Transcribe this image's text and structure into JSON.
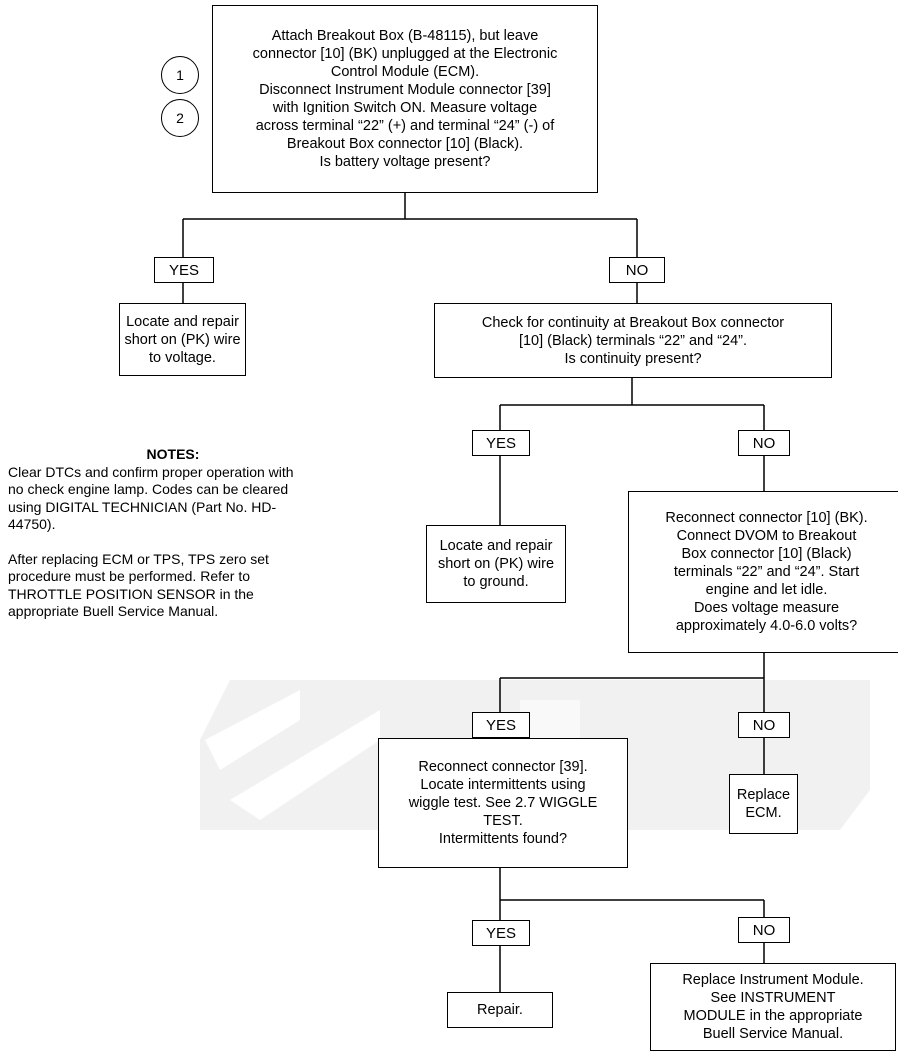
{
  "colors": {
    "line": "#000000",
    "box_border": "#000000",
    "watermark": "#e6e6e6"
  },
  "step_markers": [
    "1",
    "2"
  ],
  "boxes": {
    "start": "Attach Breakout Box (B-48115), but leave\nconnector [10] (BK) unplugged at the Electronic\nControl Module (ECM).\nDisconnect Instrument Module connector [39]\nwith Ignition Switch ON. Measure voltage\nacross terminal “22” (+) and terminal “24” (-) of\nBreakout Box connector [10] (Black).\nIs battery voltage present?",
    "short_voltage": "Locate and repair\nshort on (PK) wire\nto voltage.",
    "continuity": "Check for continuity at Breakout Box connector\n[10] (Black) terminals “22” and “24”.\nIs continuity present?",
    "short_ground": "Locate and repair\nshort on (PK) wire\nto ground.",
    "reconnect_dvom": "Reconnect connector [10] (BK).\nConnect DVOM to Breakout\nBox connector [10] (Black)\nterminals “22” and “24”. Start\nengine and let idle.\nDoes voltage measure\napproximately 4.0-6.0 volts?",
    "wiggle": "Reconnect connector [39].\nLocate intermittents using\nwiggle test. See 2.7 WIGGLE\nTEST.\nIntermittents found?",
    "replace_ecm": "Replace\nECM.",
    "repair": "Repair.",
    "replace_im": "Replace Instrument Module.\nSee INSTRUMENT\nMODULE in the appropriate\nBuell Service Manual."
  },
  "tags": {
    "yes": "YES",
    "no": "NO"
  },
  "notes": {
    "title": "NOTES:",
    "p1": "Clear DTCs and confirm proper operation with no check engine lamp. Codes can be cleared using DIGITAL TECHNICIAN (Part No. HD-44750).",
    "p2": "After replacing ECM or TPS, TPS zero set procedure must be performed.  Refer to THROTTLE POSITION SENSOR in the appropriate Buell Service Manual."
  }
}
